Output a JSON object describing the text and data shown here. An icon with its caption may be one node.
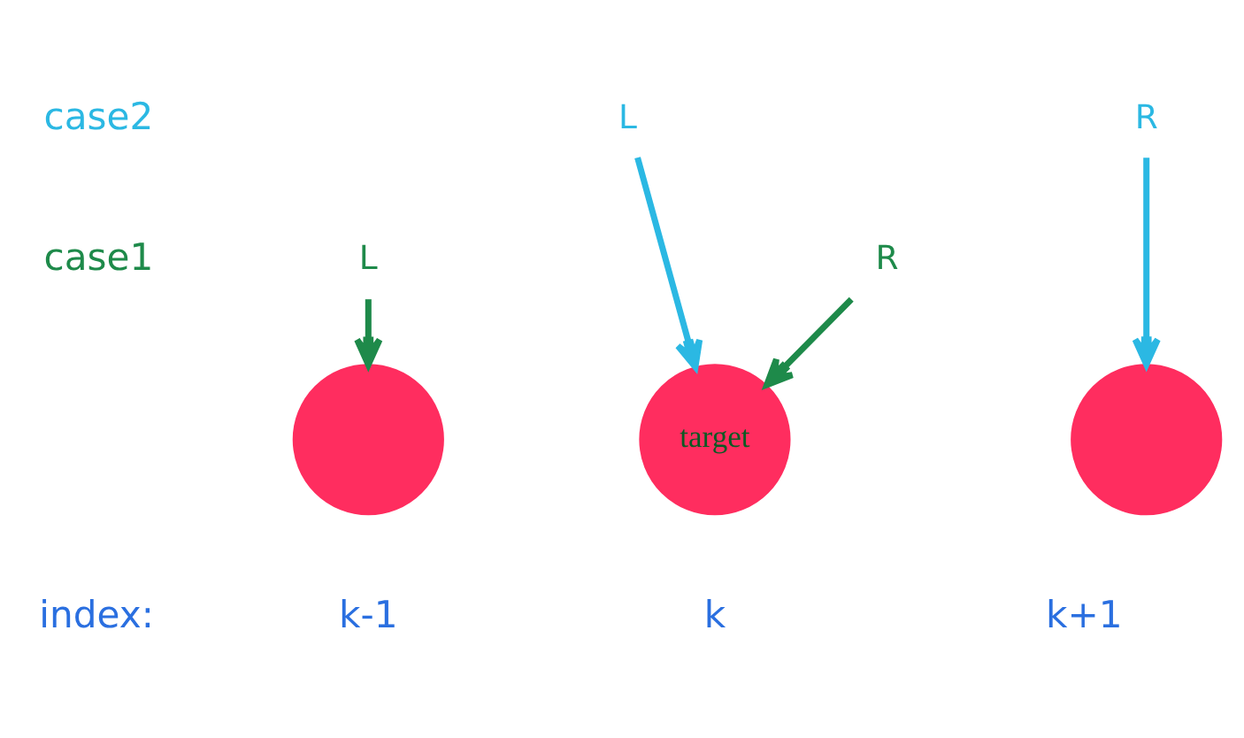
{
  "diagram": {
    "nodes": [
      {
        "text": [
          "L"
        ]
      },
      {
        "text": [
          "R"
        ]
      },
      {
        "text": [
          "L"
        ]
      },
      {
        "text": [
          "R"
        ]
      },
      {
        "text": [],
        "shape": "circle"
      },
      {
        "text": [
          "target"
        ]
      },
      {
        "text": [],
        "shape": "circle"
      }
    ],
    "edges": [
      {
        "from": 0,
        "to": 5,
        "arrow": "to",
        "color": "#2bb8e3"
      },
      {
        "from": 1,
        "to": 6,
        "arrow": "to",
        "color": "#2bb8e3"
      },
      {
        "from": 2,
        "to": 4,
        "arrow": "to",
        "color": "#1e8a4a"
      },
      {
        "from": 3,
        "to": 5,
        "arrow": "to",
        "color": "#1e8a4a"
      }
    ],
    "labels": [
      "case2",
      "case1",
      "index:",
      "k-1",
      "k",
      "k+1"
    ]
  }
}
